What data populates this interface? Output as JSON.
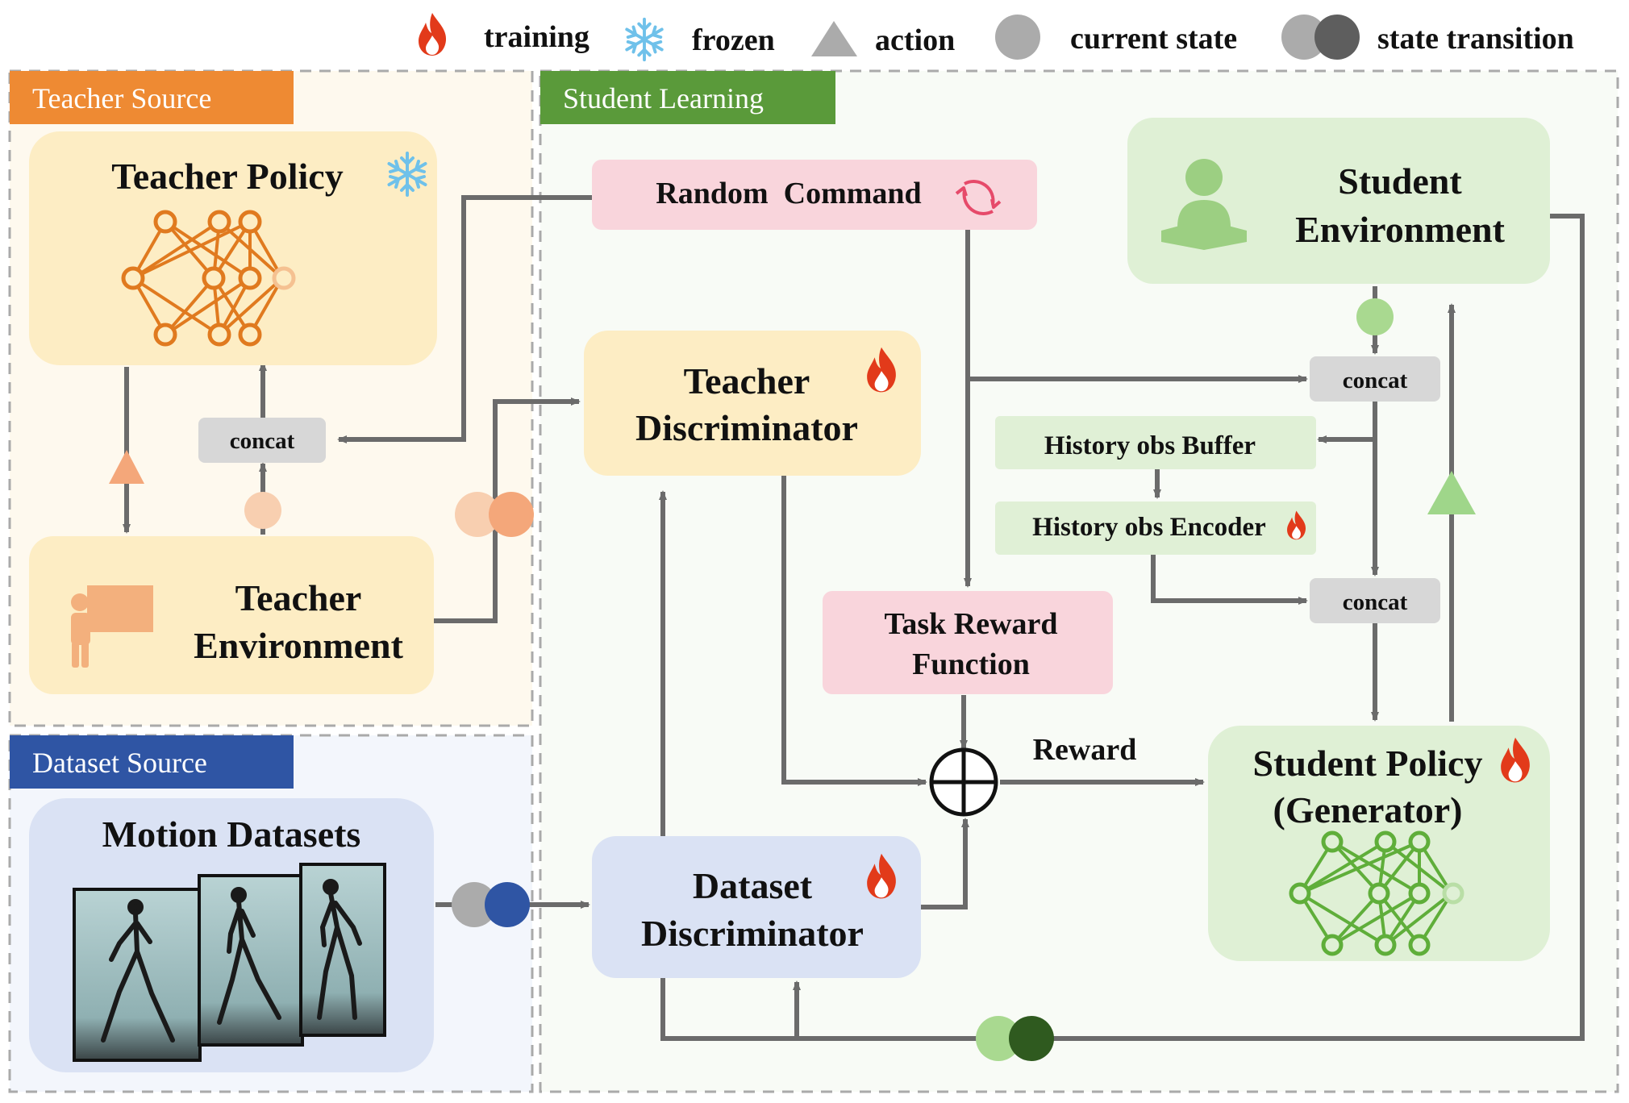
{
  "legend": {
    "training": "training",
    "frozen": "frozen",
    "action": "action",
    "current_state": "current state",
    "state_transition": "state transition"
  },
  "sections": {
    "teacher_source": "Teacher Source",
    "student_learning": "Student Learning",
    "dataset_source": "Dataset Source"
  },
  "nodes": {
    "teacher_policy": "Teacher Policy",
    "teacher_env_1": "Teacher",
    "teacher_env_2": "Environment",
    "concat": "concat",
    "random_command": "Random  Command",
    "teacher_disc_1": "Teacher",
    "teacher_disc_2": "Discriminator",
    "student_env_1": "Student",
    "student_env_2": "Environment",
    "history_buffer": "History obs Buffer",
    "history_encoder": "History obs Encoder",
    "task_reward_1": "Task Reward",
    "task_reward_2": "Function",
    "reward": "Reward",
    "student_policy_1": "Student Policy",
    "student_policy_2": "(Generator)",
    "motion_datasets": "Motion Datasets",
    "dataset_disc_1": "Dataset",
    "dataset_disc_2": "Discriminator"
  },
  "colors": {
    "teacher_accent": "#ee8a33",
    "student_accent": "#5a9a3a",
    "dataset_accent": "#2f55a4",
    "fire": "#e23a1a",
    "frozen": "#6fc1ea"
  }
}
